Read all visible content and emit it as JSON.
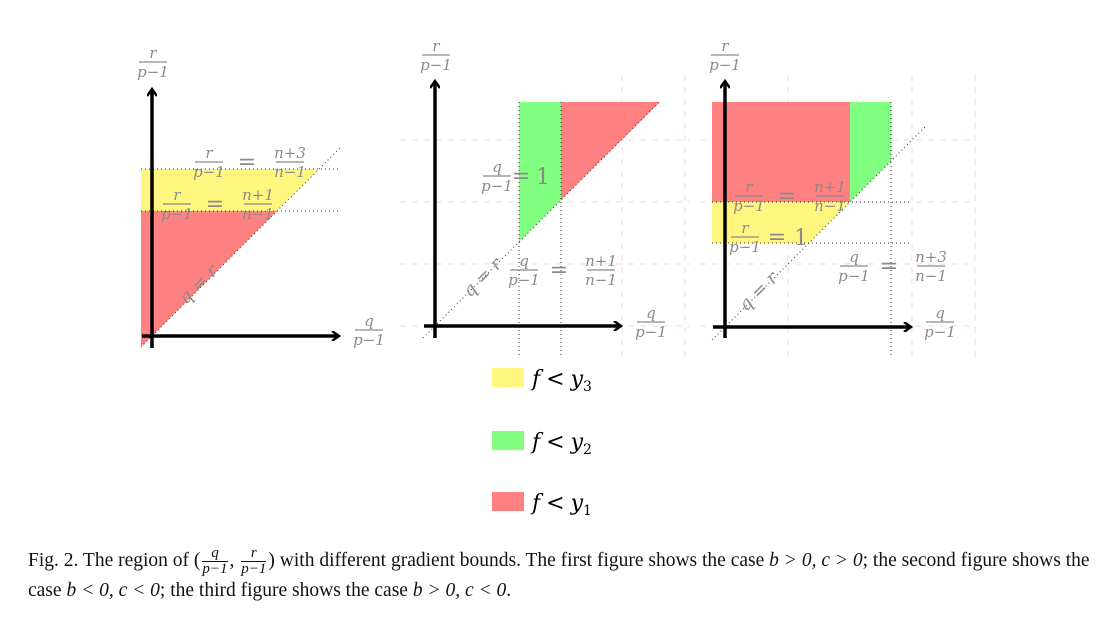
{
  "panels": [
    {
      "y_label": {
        "num": "r",
        "den": "p−1"
      },
      "x_label": {
        "num": "q",
        "den": "p−1"
      },
      "diag_label": "q = r",
      "eqs": [
        {
          "ln": "r",
          "ld": "p−1",
          "op": "=",
          "rn": "n+3",
          "rd": "n−1"
        },
        {
          "ln": "r",
          "ld": "p−1",
          "op": "=",
          "rn": "n+1",
          "rd": "n−1"
        }
      ]
    },
    {
      "y_label": {
        "num": "r",
        "den": "p−1"
      },
      "x_label": {
        "num": "q",
        "den": "p−1"
      },
      "diag_label": "q = r",
      "eqs": [
        {
          "ln": "q",
          "ld": "p−1",
          "op": "=",
          "r": "1"
        },
        {
          "ln": "q",
          "ld": "p−1",
          "op": "=",
          "rn": "n+1",
          "rd": "n−1"
        }
      ]
    },
    {
      "y_label": {
        "num": "r",
        "den": "p−1"
      },
      "x_label": {
        "num": "q",
        "den": "p−1"
      },
      "diag_label": "q = r",
      "eqs": [
        {
          "ln": "r",
          "ld": "p−1",
          "op": "=",
          "rn": "n+1",
          "rd": "n−1"
        },
        {
          "ln": "r",
          "ld": "p−1",
          "op": "=",
          "r": "1"
        },
        {
          "ln": "q",
          "ld": "p−1",
          "op": "=",
          "rn": "n+3",
          "rd": "n−1"
        }
      ]
    }
  ],
  "colors": {
    "yellow": "#fff67f",
    "green": "#80ff80",
    "red": "#ff8080"
  },
  "legend": [
    {
      "f": "f",
      "op": "<",
      "y": "y",
      "sub": "3",
      "color": "#fff67f"
    },
    {
      "f": "f",
      "op": "<",
      "y": "y",
      "sub": "2",
      "color": "#80ff80"
    },
    {
      "f": "f",
      "op": "<",
      "y": "y",
      "sub": "1",
      "color": "#ff8080"
    }
  ],
  "caption": {
    "t1": "Fig. 2. The region of (",
    "f1": {
      "num": "q",
      "den": "p−1"
    },
    "t2": ", ",
    "f2": {
      "num": "r",
      "den": "p−1"
    },
    "t3": ") with different gradient bounds. The first figure shows the case ",
    "m1": "b > 0, c > 0",
    "t4": "; the second figure shows the case ",
    "m2": "b < 0,  c < 0",
    "t5": "; the third figure shows the case ",
    "m3": "b > 0,  c < 0",
    "t6": "."
  }
}
